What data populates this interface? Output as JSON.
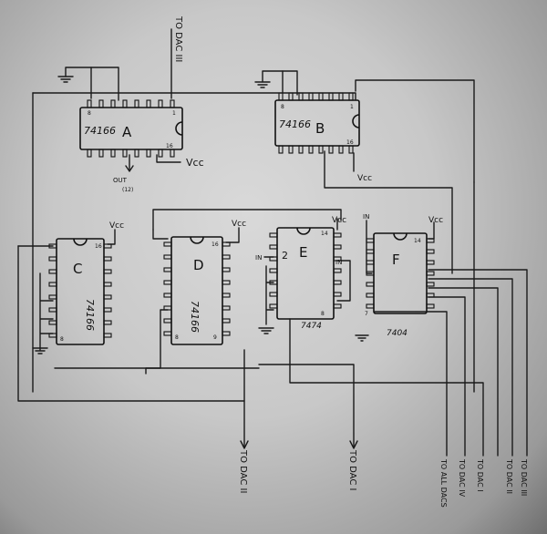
{
  "chips": {
    "a": {
      "type": "74166",
      "letter": "A"
    },
    "b": {
      "type": "74166",
      "letter": "B"
    },
    "c": {
      "type": "74166",
      "letter": "C"
    },
    "d": {
      "type": "74166",
      "letter": "D"
    },
    "e": {
      "type": "7474",
      "letter": "E"
    },
    "f": {
      "type": "7404",
      "letter": "F"
    }
  },
  "pin_numbers": {
    "one": "1",
    "two": "2",
    "seven": "7",
    "eight": "8",
    "nine": "9",
    "fourteen": "14",
    "sixteen": "16"
  },
  "labels": {
    "vcc": "Vcc",
    "in": "IN",
    "out": "OUT",
    "out_note": "(12)",
    "to_dac_iii_top": "TO DAC III",
    "to_dac_ii": "TO DAC II",
    "to_dac_i": "TO DAC I",
    "to_all_dacs": "TO ALL DACS",
    "to_dac_iv": "TO DAC IV",
    "to_dac_i_right": "TO DAC I",
    "to_dac_ii_right": "TO DAC II",
    "to_dac_iii_right": "TO DAC III"
  }
}
